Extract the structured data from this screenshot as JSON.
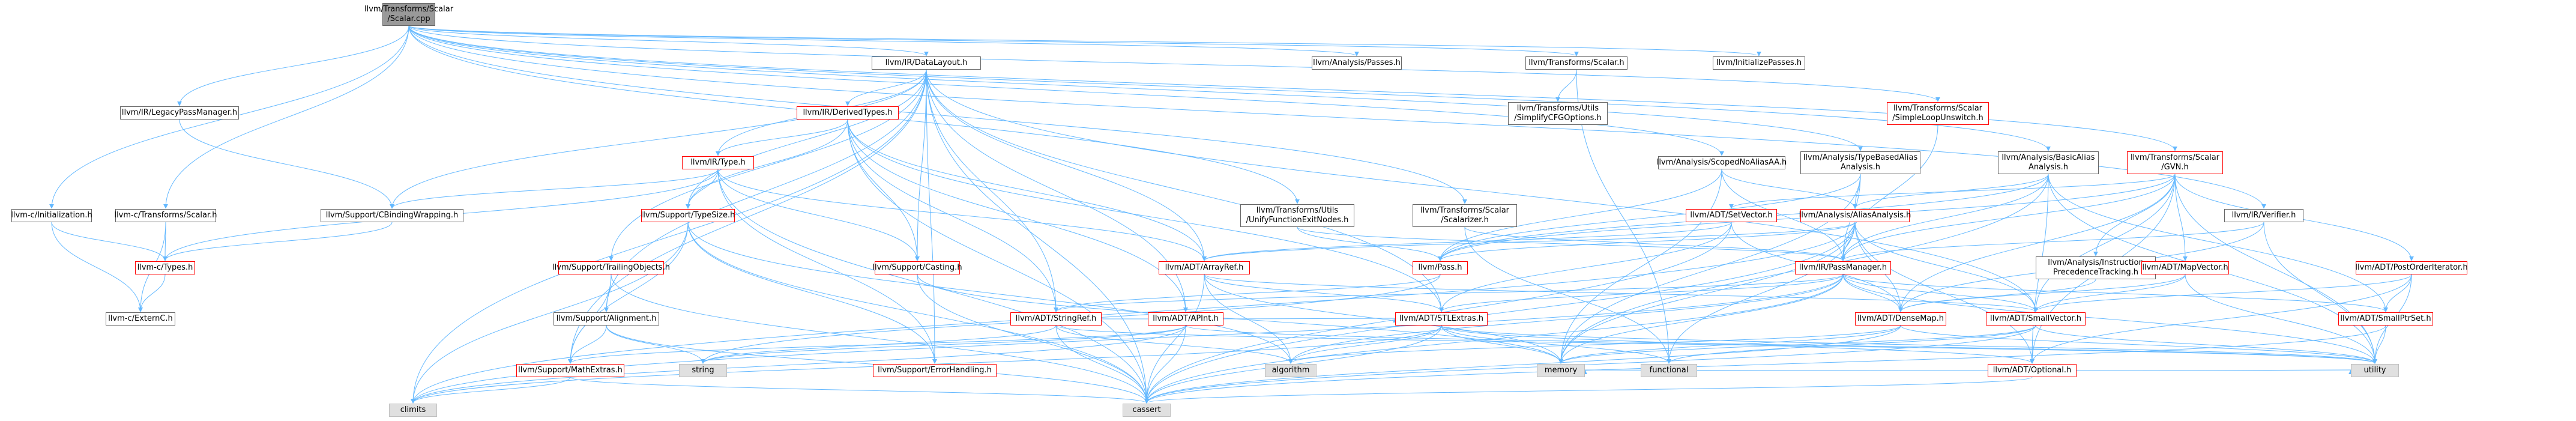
{
  "colors": {
    "edge": "#63b8ff",
    "edge_dark": "#5090d0",
    "node_border": "#666666",
    "node_red_border": "#ff0000",
    "gray_fill": "#e0e0e0",
    "root_fill": "#999999"
  },
  "nodes": [
    {
      "id": "root",
      "lines": [
        "llvm/Transforms/Scalar",
        "/Scalar.cpp"
      ]
    },
    {
      "id": "n_datalayout",
      "lines": [
        "llvm/IR/DataLayout.h"
      ]
    },
    {
      "id": "n_analysispasses",
      "lines": [
        "llvm/Analysis/Passes.h"
      ]
    },
    {
      "id": "n_transscalar",
      "lines": [
        "llvm/Transforms/Scalar.h"
      ]
    },
    {
      "id": "n_initpasses",
      "lines": [
        "llvm/InitializePasses.h"
      ]
    },
    {
      "id": "n_legacypm",
      "lines": [
        "llvm/IR/LegacyPassManager.h"
      ]
    },
    {
      "id": "n_derivedtypes",
      "lines": [
        "llvm/IR/DerivedTypes.h"
      ]
    },
    {
      "id": "n_simplifycfg",
      "lines": [
        "llvm/Transforms/Utils",
        "/SimplifyCFGOptions.h"
      ]
    },
    {
      "id": "n_simpleloopunswitch",
      "lines": [
        "llvm/Transforms/Scalar",
        "/SimpleLoopUnswitch.h"
      ]
    },
    {
      "id": "n_type",
      "lines": [
        "llvm/IR/Type.h"
      ]
    },
    {
      "id": "n_scopednoalias",
      "lines": [
        "llvm/Analysis/ScopedNoAliasAA.h"
      ]
    },
    {
      "id": "n_typebasedalias",
      "lines": [
        "llvm/Analysis/TypeBasedAlias",
        "Analysis.h"
      ]
    },
    {
      "id": "n_basicalias",
      "lines": [
        "llvm/Analysis/BasicAlias",
        "Analysis.h"
      ]
    },
    {
      "id": "n_gvn",
      "lines": [
        "llvm/Transforms/Scalar",
        "/GVN.h"
      ]
    },
    {
      "id": "n_cinit",
      "lines": [
        "llvm-c/Initialization.h"
      ]
    },
    {
      "id": "n_ctransscalar",
      "lines": [
        "llvm-c/Transforms/Scalar.h"
      ]
    },
    {
      "id": "n_cbinding",
      "lines": [
        "llvm/Support/CBindingWrapping.h"
      ]
    },
    {
      "id": "n_typesize",
      "lines": [
        "llvm/Support/TypeSize.h"
      ]
    },
    {
      "id": "n_unifyexit",
      "lines": [
        "llvm/Transforms/Utils",
        "/UnifyFunctionExitNodes.h"
      ]
    },
    {
      "id": "n_scalarizer",
      "lines": [
        "llvm/Transforms/Scalar",
        "/Scalarizer.h"
      ]
    },
    {
      "id": "n_setvector",
      "lines": [
        "llvm/ADT/SetVector.h"
      ]
    },
    {
      "id": "n_aliasanalysis",
      "lines": [
        "llvm/Analysis/AliasAnalysis.h"
      ]
    },
    {
      "id": "n_verifier",
      "lines": [
        "llvm/IR/Verifier.h"
      ]
    },
    {
      "id": "n_ctypes",
      "lines": [
        "llvm-c/Types.h"
      ]
    },
    {
      "id": "n_trailing",
      "lines": [
        "llvm/Support/TrailingObjects.h"
      ]
    },
    {
      "id": "n_casting",
      "lines": [
        "llvm/Support/Casting.h"
      ]
    },
    {
      "id": "n_arrayref",
      "lines": [
        "llvm/ADT/ArrayRef.h"
      ]
    },
    {
      "id": "n_pass",
      "lines": [
        "llvm/Pass.h"
      ]
    },
    {
      "id": "n_passmanager",
      "lines": [
        "llvm/IR/PassManager.h"
      ]
    },
    {
      "id": "n_instrprec",
      "lines": [
        "llvm/Analysis/Instruction",
        "PrecedenceTracking.h"
      ]
    },
    {
      "id": "n_mapvector",
      "lines": [
        "llvm/ADT/MapVector.h"
      ]
    },
    {
      "id": "n_postorder",
      "lines": [
        "llvm/ADT/PostOrderIterator.h"
      ]
    },
    {
      "id": "n_externc",
      "lines": [
        "llvm-c/ExternC.h"
      ]
    },
    {
      "id": "n_alignment",
      "lines": [
        "llvm/Support/Alignment.h"
      ]
    },
    {
      "id": "n_stringref",
      "lines": [
        "llvm/ADT/StringRef.h"
      ]
    },
    {
      "id": "n_apint",
      "lines": [
        "llvm/ADT/APInt.h"
      ]
    },
    {
      "id": "n_stlextras",
      "lines": [
        "llvm/ADT/STLExtras.h"
      ]
    },
    {
      "id": "n_densemap",
      "lines": [
        "llvm/ADT/DenseMap.h"
      ]
    },
    {
      "id": "n_smallvector",
      "lines": [
        "llvm/ADT/SmallVector.h"
      ]
    },
    {
      "id": "n_smallptrset",
      "lines": [
        "llvm/ADT/SmallPtrSet.h"
      ]
    },
    {
      "id": "n_string",
      "lines": [
        "string"
      ]
    },
    {
      "id": "n_algorithm",
      "lines": [
        "algorithm"
      ]
    },
    {
      "id": "n_memory",
      "lines": [
        "memory"
      ]
    },
    {
      "id": "n_functional",
      "lines": [
        "functional"
      ]
    },
    {
      "id": "n_matchextras",
      "lines": [
        "llvm/Support/MathExtras.h"
      ]
    },
    {
      "id": "n_errorhandling",
      "lines": [
        "llvm/Support/ErrorHandling.h"
      ]
    },
    {
      "id": "n_optional",
      "lines": [
        "llvm/ADT/Optional.h"
      ]
    },
    {
      "id": "n_utility",
      "lines": [
        "utility"
      ]
    },
    {
      "id": "n_climits",
      "lines": [
        "climits"
      ]
    },
    {
      "id": "n_cassert",
      "lines": [
        "cassert"
      ]
    }
  ],
  "edges": [
    [
      "root",
      "n_datalayout"
    ],
    [
      "root",
      "n_analysispasses"
    ],
    [
      "root",
      "n_transscalar"
    ],
    [
      "root",
      "n_initpasses"
    ],
    [
      "root",
      "n_simpleloopunswitch"
    ],
    [
      "root",
      "n_scopednoalias"
    ],
    [
      "root",
      "n_typebasedalias"
    ],
    [
      "root",
      "n_basicalias"
    ],
    [
      "root",
      "n_gvn"
    ],
    [
      "root",
      "n_cinit"
    ],
    [
      "root",
      "n_ctransscalar"
    ],
    [
      "root",
      "n_legacypm"
    ],
    [
      "root",
      "n_unifyexit"
    ],
    [
      "root",
      "n_scalarizer"
    ],
    [
      "root",
      "n_verifier"
    ],
    [
      "n_datalayout",
      "n_derivedtypes"
    ],
    [
      "n_datalayout",
      "n_type"
    ],
    [
      "n_datalayout",
      "n_typesize"
    ],
    [
      "n_datalayout",
      "n_trailing"
    ],
    [
      "n_datalayout",
      "n_casting"
    ],
    [
      "n_datalayout",
      "n_arrayref"
    ],
    [
      "n_datalayout",
      "n_alignment"
    ],
    [
      "n_datalayout",
      "n_stringref"
    ],
    [
      "n_datalayout",
      "n_apint"
    ],
    [
      "n_datalayout",
      "n_stlextras"
    ],
    [
      "n_datalayout",
      "n_matchextras"
    ],
    [
      "n_datalayout",
      "n_errorhandling"
    ],
    [
      "n_datalayout",
      "n_smallvector"
    ],
    [
      "n_datalayout",
      "n_climits"
    ],
    [
      "n_datalayout",
      "n_cassert"
    ],
    [
      "n_datalayout",
      "n_cbinding"
    ],
    [
      "n_legacypm",
      "n_cbinding"
    ],
    [
      "n_derivedtypes",
      "n_type"
    ],
    [
      "n_derivedtypes",
      "n_typesize"
    ],
    [
      "n_derivedtypes",
      "n_casting"
    ],
    [
      "n_derivedtypes",
      "n_arrayref"
    ],
    [
      "n_derivedtypes",
      "n_stringref"
    ],
    [
      "n_derivedtypes",
      "n_apint"
    ],
    [
      "n_derivedtypes",
      "n_stlextras"
    ],
    [
      "n_derivedtypes",
      "n_cassert"
    ],
    [
      "n_transscalar",
      "n_simplifycfg"
    ],
    [
      "n_transscalar",
      "n_functional"
    ],
    [
      "n_type",
      "n_cbinding"
    ],
    [
      "n_type",
      "n_typesize"
    ],
    [
      "n_type",
      "n_casting"
    ],
    [
      "n_type",
      "n_arrayref"
    ],
    [
      "n_type",
      "n_errorhandling"
    ],
    [
      "n_type",
      "n_cassert"
    ],
    [
      "n_type",
      "n_ctypes"
    ],
    [
      "n_cinit",
      "n_ctypes"
    ],
    [
      "n_cinit",
      "n_externc"
    ],
    [
      "n_ctransscalar",
      "n_ctypes"
    ],
    [
      "n_ctransscalar",
      "n_externc"
    ],
    [
      "n_ctypes",
      "n_externc"
    ],
    [
      "n_cbinding",
      "n_ctypes"
    ],
    [
      "n_typesize",
      "n_matchextras"
    ],
    [
      "n_typesize",
      "n_errorhandling"
    ],
    [
      "n_typesize",
      "n_algorithm"
    ],
    [
      "n_typesize",
      "n_cassert"
    ],
    [
      "n_typesize",
      "n_climits"
    ],
    [
      "n_trailing",
      "n_alignment"
    ],
    [
      "n_trailing",
      "n_matchextras"
    ],
    [
      "n_trailing",
      "n_cassert"
    ],
    [
      "n_casting",
      "n_cassert"
    ],
    [
      "n_casting",
      "n_memory"
    ],
    [
      "n_alignment",
      "n_matchextras"
    ],
    [
      "n_alignment",
      "n_cassert"
    ],
    [
      "n_alignment",
      "n_string"
    ],
    [
      "n_arrayref",
      "n_stlextras"
    ],
    [
      "n_arrayref",
      "n_smallvector"
    ],
    [
      "n_arrayref",
      "n_algorithm"
    ],
    [
      "n_arrayref",
      "n_memory"
    ],
    [
      "n_arrayref",
      "n_cassert"
    ],
    [
      "n_stringref",
      "n_stlextras"
    ],
    [
      "n_stringref",
      "n_algorithm"
    ],
    [
      "n_stringref",
      "n_cassert"
    ],
    [
      "n_stringref",
      "n_string"
    ],
    [
      "n_stringref",
      "n_utility"
    ],
    [
      "n_apint",
      "n_matchextras"
    ],
    [
      "n_apint",
      "n_cassert"
    ],
    [
      "n_apint",
      "n_climits"
    ],
    [
      "n_apint",
      "n_utility"
    ],
    [
      "n_apint",
      "n_string"
    ],
    [
      "n_stlextras",
      "n_optional"
    ],
    [
      "n_stlextras",
      "n_algorithm"
    ],
    [
      "n_stlextras",
      "n_cassert"
    ],
    [
      "n_stlextras",
      "n_functional"
    ],
    [
      "n_stlextras",
      "n_memory"
    ],
    [
      "n_stlextras",
      "n_utility"
    ],
    [
      "n_stlextras",
      "n_climits"
    ],
    [
      "n_matchextras",
      "n_climits"
    ],
    [
      "n_matchextras",
      "n_cassert"
    ],
    [
      "n_optional",
      "n_cassert"
    ],
    [
      "n_optional",
      "n_utility"
    ],
    [
      "n_optional",
      "n_memory"
    ],
    [
      "n_scopednoalias",
      "n_aliasanalysis"
    ],
    [
      "n_scopednoalias",
      "n_pass"
    ],
    [
      "n_scopednoalias",
      "n_passmanager"
    ],
    [
      "n_scopednoalias",
      "n_memory"
    ],
    [
      "n_typebasedalias",
      "n_aliasanalysis"
    ],
    [
      "n_typebasedalias",
      "n_pass"
    ],
    [
      "n_typebasedalias",
      "n_passmanager"
    ],
    [
      "n_typebasedalias",
      "n_memory"
    ],
    [
      "n_basicalias",
      "n_aliasanalysis"
    ],
    [
      "n_basicalias",
      "n_pass"
    ],
    [
      "n_basicalias",
      "n_passmanager"
    ],
    [
      "n_basicalias",
      "n_smallptrset"
    ],
    [
      "n_basicalias",
      "n_optional"
    ],
    [
      "n_basicalias",
      "n_memory"
    ],
    [
      "n_basicalias",
      "n_utility"
    ],
    [
      "n_aliasanalysis",
      "n_densemap"
    ],
    [
      "n_aliasanalysis",
      "n_smallvector"
    ],
    [
      "n_aliasanalysis",
      "n_optional"
    ],
    [
      "n_aliasanalysis",
      "n_pass"
    ],
    [
      "n_aliasanalysis",
      "n_passmanager"
    ],
    [
      "n_aliasanalysis",
      "n_cassert"
    ],
    [
      "n_aliasanalysis",
      "n_functional"
    ],
    [
      "n_aliasanalysis",
      "n_memory"
    ],
    [
      "n_aliasanalysis",
      "n_climits"
    ],
    [
      "n_aliasanalysis",
      "n_arrayref"
    ],
    [
      "n_setvector",
      "n_arrayref"
    ],
    [
      "n_setvector",
      "n_densemap"
    ],
    [
      "n_setvector",
      "n_stlextras"
    ],
    [
      "n_setvector",
      "n_cassert"
    ],
    [
      "n_gvn",
      "n_densemap"
    ],
    [
      "n_gvn",
      "n_mapvector"
    ],
    [
      "n_gvn",
      "n_postorder"
    ],
    [
      "n_gvn",
      "n_setvector"
    ],
    [
      "n_gvn",
      "n_smallvector"
    ],
    [
      "n_gvn",
      "n_instrprec"
    ],
    [
      "n_gvn",
      "n_passmanager"
    ],
    [
      "n_gvn",
      "n_pass"
    ],
    [
      "n_gvn",
      "n_cstdint"
    ],
    [
      "n_gvn",
      "n_utility"
    ],
    [
      "n_gvn",
      "n_optional"
    ],
    [
      "n_unifyexit",
      "n_pass"
    ],
    [
      "n_unifyexit",
      "n_passmanager"
    ],
    [
      "n_scalarizer",
      "n_passmanager"
    ],
    [
      "n_scalarizer",
      "n_functional"
    ],
    [
      "n_verifier",
      "n_densemap"
    ],
    [
      "n_verifier",
      "n_passmanager"
    ],
    [
      "n_verifier",
      "n_utility"
    ],
    [
      "n_simpleloopunswitch",
      "n_passmanager"
    ],
    [
      "n_pass",
      "n_stringref"
    ],
    [
      "n_pass",
      "n_string"
    ],
    [
      "n_passmanager",
      "n_densemap"
    ],
    [
      "n_passmanager",
      "n_smallptrset"
    ],
    [
      "n_passmanager",
      "n_stringref"
    ],
    [
      "n_passmanager",
      "n_smallvector"
    ],
    [
      "n_passmanager",
      "n_stlextras"
    ],
    [
      "n_passmanager",
      "n_algorithm"
    ],
    [
      "n_passmanager",
      "n_cassert"
    ],
    [
      "n_passmanager",
      "n_memory"
    ],
    [
      "n_passmanager",
      "n_utility"
    ],
    [
      "n_passmanager",
      "n_climits"
    ],
    [
      "n_instrprec",
      "n_densemap"
    ],
    [
      "n_mapvector",
      "n_densemap"
    ],
    [
      "n_mapvector",
      "n_smallvector"
    ],
    [
      "n_mapvector",
      "n_utility"
    ],
    [
      "n_postorder",
      "n_smallptrset"
    ],
    [
      "n_postorder",
      "n_smallvector"
    ],
    [
      "n_postorder",
      "n_optional"
    ],
    [
      "n_postorder",
      "n_utility"
    ],
    [
      "n_densemap",
      "n_cassert"
    ],
    [
      "n_densemap",
      "n_utility"
    ],
    [
      "n_densemap",
      "n_algorithm"
    ],
    [
      "n_densemap",
      "n_memory"
    ],
    [
      "n_smallvector",
      "n_cassert"
    ],
    [
      "n_smallvector",
      "n_utility"
    ],
    [
      "n_smallvector",
      "n_functional"
    ],
    [
      "n_smallvector",
      "n_memory"
    ],
    [
      "n_smallptrset",
      "n_cassert"
    ],
    [
      "n_smallptrset",
      "n_utility"
    ]
  ]
}
